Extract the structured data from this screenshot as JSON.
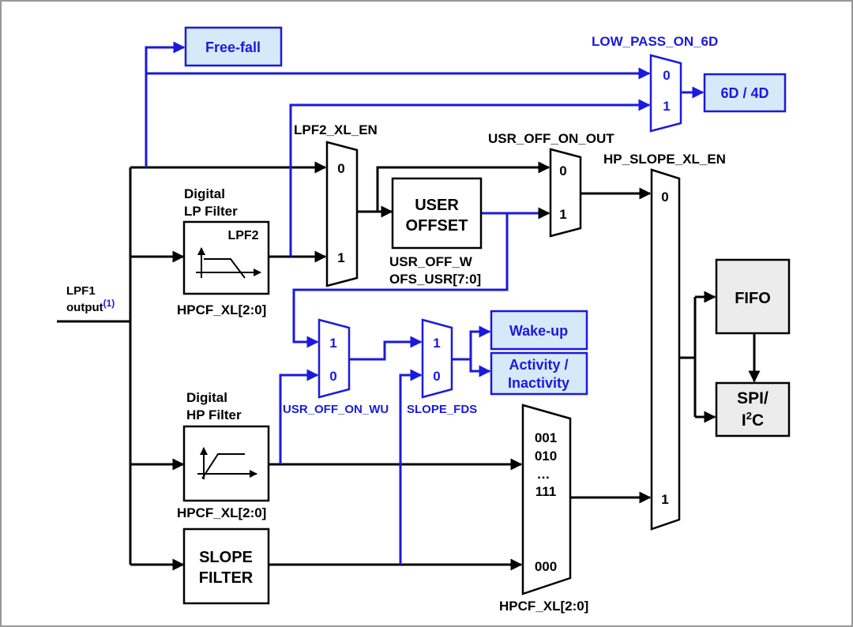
{
  "blocks": {
    "free_fall": "Free-fall",
    "six_d": "6D / 4D",
    "wake_up": "Wake-up",
    "activity_1": "Activity /",
    "activity_2": "Inactivity",
    "user_offset_1": "USER",
    "user_offset_2": "OFFSET",
    "slope_1": "SLOPE",
    "slope_2": "FILTER",
    "lpf2": "LPF2",
    "fifo": "FIFO",
    "spi_1": "SPI/",
    "spi_i": "I",
    "spi_sup": "2",
    "spi_c": "C"
  },
  "labels": {
    "lpf1_1": "LPF1",
    "lpf1_2": "output",
    "lpf1_note": "(1)",
    "digital_lp_1": "Digital",
    "digital_lp_2": "LP Filter",
    "digital_hp_1": "Digital",
    "digital_hp_2": "HP Filter",
    "hpcf_lp": "HPCF_XL[2:0]",
    "hpcf_hp": "HPCF_XL[2:0]",
    "hpcf_mux": "HPCF_XL[2:0]",
    "lpf2_en": "LPF2_XL_EN",
    "usr_off_on_out": "USR_OFF_ON_OUT",
    "hp_slope_en": "HP_SLOPE_XL_EN",
    "low_pass_6d": "LOW_PASS_ON_6D",
    "usr_off_w_1": "USR_OFF_W",
    "usr_off_w_2": "OFS_USR[7:0]",
    "usr_off_on_wu": "USR_OFF_ON_WU",
    "slope_fds": "SLOPE_FDS"
  },
  "mux_inputs": {
    "m6d_0": "0",
    "m6d_1": "1",
    "mlpf2_0": "0",
    "mlpf2_1": "1",
    "mout_0": "0",
    "mout_1": "1",
    "mhp_0": "0",
    "mhp_1": "1",
    "mwu_1": "1",
    "mwu_0": "0",
    "mfds_1": "1",
    "mfds_0": "0",
    "mhpcf_001": "001",
    "mhpcf_010": "010",
    "mhpcf_dots": "…",
    "mhpcf_111": "111",
    "mhpcf_000": "000"
  },
  "colors": {
    "signal": "#000000",
    "accent": "#1a1adc",
    "accent_fill": "#d6e9f8",
    "block_fill": "#ececec"
  }
}
